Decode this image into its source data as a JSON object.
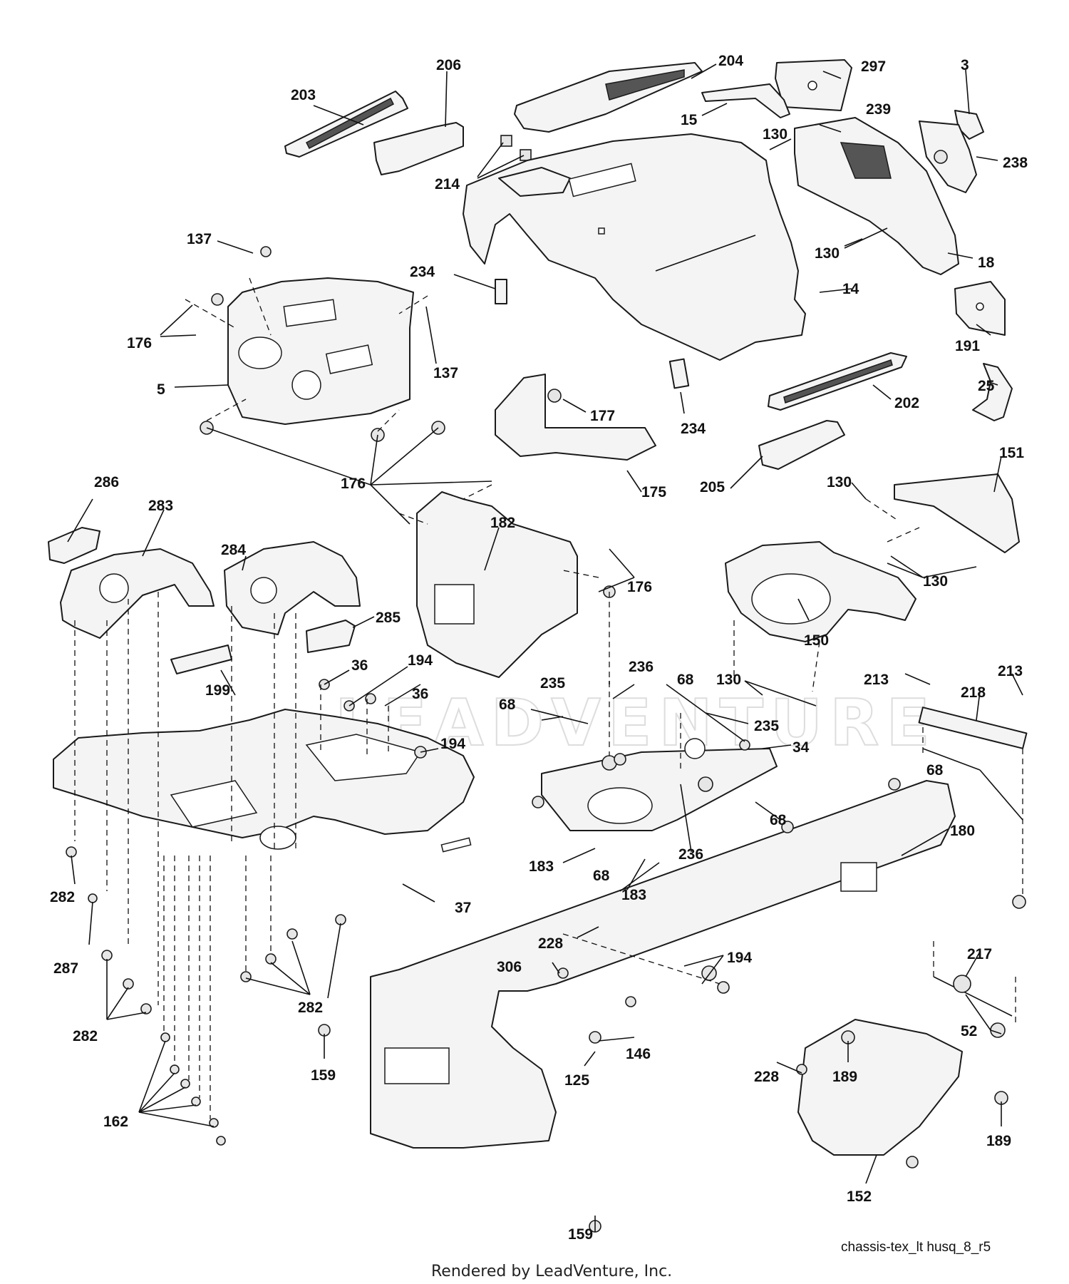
{
  "diagram": {
    "watermark": "LEADVENTURE",
    "figure_code": "chassis-tex_lt husq_8_r5",
    "credit": "Rendered by LeadVenture, Inc."
  },
  "callouts": [
    {
      "id": "c203",
      "label": "203"
    },
    {
      "id": "c206",
      "label": "206"
    },
    {
      "id": "c204",
      "label": "204"
    },
    {
      "id": "c297",
      "label": "297"
    },
    {
      "id": "c3",
      "label": "3"
    },
    {
      "id": "c15",
      "label": "15"
    },
    {
      "id": "c239",
      "label": "239"
    },
    {
      "id": "c130a",
      "label": "130"
    },
    {
      "id": "c238",
      "label": "238"
    },
    {
      "id": "c214",
      "label": "214"
    },
    {
      "id": "c137a",
      "label": "137"
    },
    {
      "id": "c234a",
      "label": "234"
    },
    {
      "id": "c130b",
      "label": "130"
    },
    {
      "id": "c18",
      "label": "18"
    },
    {
      "id": "c14",
      "label": "14"
    },
    {
      "id": "c176a",
      "label": "176"
    },
    {
      "id": "c137b",
      "label": "137"
    },
    {
      "id": "c191",
      "label": "191"
    },
    {
      "id": "c5",
      "label": "5"
    },
    {
      "id": "c25",
      "label": "25"
    },
    {
      "id": "c177",
      "label": "177"
    },
    {
      "id": "c202",
      "label": "202"
    },
    {
      "id": "c234b",
      "label": "234"
    },
    {
      "id": "c151",
      "label": "151"
    },
    {
      "id": "c176b",
      "label": "176"
    },
    {
      "id": "c175",
      "label": "175"
    },
    {
      "id": "c205",
      "label": "205"
    },
    {
      "id": "c130c",
      "label": "130"
    },
    {
      "id": "c286",
      "label": "286"
    },
    {
      "id": "c283",
      "label": "283"
    },
    {
      "id": "c182",
      "label": "182"
    },
    {
      "id": "c284",
      "label": "284"
    },
    {
      "id": "c176c",
      "label": "176"
    },
    {
      "id": "c130d",
      "label": "130"
    },
    {
      "id": "c285",
      "label": "285"
    },
    {
      "id": "c150",
      "label": "150"
    },
    {
      "id": "c36a",
      "label": "36"
    },
    {
      "id": "c194a",
      "label": "194"
    },
    {
      "id": "c236a",
      "label": "236"
    },
    {
      "id": "c68a",
      "label": "68"
    },
    {
      "id": "c235a",
      "label": "235"
    },
    {
      "id": "c130e",
      "label": "130"
    },
    {
      "id": "c213a",
      "label": "213"
    },
    {
      "id": "c213b",
      "label": "213"
    },
    {
      "id": "c199",
      "label": "199"
    },
    {
      "id": "c36b",
      "label": "36"
    },
    {
      "id": "c218",
      "label": "218"
    },
    {
      "id": "c68b",
      "label": "68"
    },
    {
      "id": "c235b",
      "label": "235"
    },
    {
      "id": "c194b",
      "label": "194"
    },
    {
      "id": "c34",
      "label": "34"
    },
    {
      "id": "c68c",
      "label": "68"
    },
    {
      "id": "c68d",
      "label": "68"
    },
    {
      "id": "c180",
      "label": "180"
    },
    {
      "id": "c236b",
      "label": "236"
    },
    {
      "id": "c183a",
      "label": "183"
    },
    {
      "id": "c68e",
      "label": "68"
    },
    {
      "id": "c282a",
      "label": "282"
    },
    {
      "id": "c183b",
      "label": "183"
    },
    {
      "id": "c37",
      "label": "37"
    },
    {
      "id": "c228a",
      "label": "228"
    },
    {
      "id": "c194c",
      "label": "194"
    },
    {
      "id": "c217",
      "label": "217"
    },
    {
      "id": "c287",
      "label": "287"
    },
    {
      "id": "c306",
      "label": "306"
    },
    {
      "id": "c282b",
      "label": "282"
    },
    {
      "id": "c52",
      "label": "52"
    },
    {
      "id": "c282c",
      "label": "282"
    },
    {
      "id": "c146",
      "label": "146"
    },
    {
      "id": "c189a",
      "label": "189"
    },
    {
      "id": "c228b",
      "label": "228"
    },
    {
      "id": "c159a",
      "label": "159"
    },
    {
      "id": "c125",
      "label": "125"
    },
    {
      "id": "c189b",
      "label": "189"
    },
    {
      "id": "c162",
      "label": "162"
    },
    {
      "id": "c152",
      "label": "152"
    },
    {
      "id": "c159b",
      "label": "159"
    }
  ]
}
